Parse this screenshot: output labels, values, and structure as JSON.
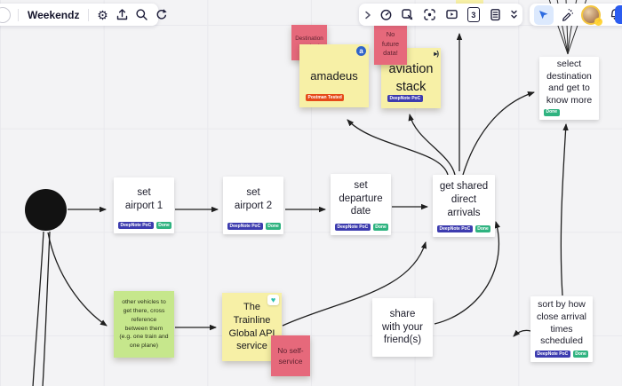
{
  "topbar": {
    "title": "Weekendz",
    "slide_count": "3",
    "icons_left": [
      "collapsed-panel-button",
      "settings-gear",
      "export-upload",
      "search",
      "automations"
    ],
    "icons_center": [
      "expand-chevron",
      "countdown-timer",
      "frame-export",
      "focus-mode",
      "presentation",
      "slides-count",
      "notes-document",
      "collapse-chevrons"
    ],
    "icons_right": [
      "select-cursor",
      "magic-pen",
      "user-avatar",
      "notifications-bell",
      "share-button-edge"
    ]
  },
  "tags": {
    "deepnote": "DeepNote PoC",
    "done": "Done",
    "postman": "Postman Tested"
  },
  "cards": {
    "airport1": {
      "text": "set\nairport 1"
    },
    "airport2": {
      "text": "set\nairport 2"
    },
    "departure": {
      "text": "set\ndeparture\ndate"
    },
    "arrivals": {
      "text": "get shared\ndirect\narrivals"
    },
    "select_destination": {
      "text": "select\ndestination\nand get to\nknow more"
    },
    "share_friends": {
      "text": "share\nwith your\nfriend(s)"
    },
    "sort_arrivals": {
      "text": "sort by how\nclose arrival\ntimes\nscheduled"
    }
  },
  "stickies": {
    "destination_required": {
      "text": "Destination\nrequired"
    },
    "amadeus": {
      "text": "amadeus"
    },
    "no_future_data": {
      "text": "No\nfuture\ndata!"
    },
    "aviation_stack": {
      "text": "aviation\nstack"
    },
    "other_vehicles": {
      "text": "other vehicles to\nget there, cross\nreference\nbetween them\n(e.g. one train and\none plane)"
    },
    "trainline": {
      "text": "The\nTrainline\nGlobal API\nservice"
    },
    "no_self_service": {
      "text": "No self-\nservice"
    }
  },
  "colors": {
    "sticky_yellow": "#f7f0a6",
    "sticky_pink": "#e6697b",
    "sticky_green": "#c6e78c",
    "tag_deepnote": "#3d3caf",
    "tag_done": "#2fb380",
    "tag_postman": "#e64a19",
    "accent_blue": "#2d6be0",
    "avatar_ring": "#f4c63f",
    "share_button": "#2b5cf0",
    "ink": "#1d1d3a"
  }
}
